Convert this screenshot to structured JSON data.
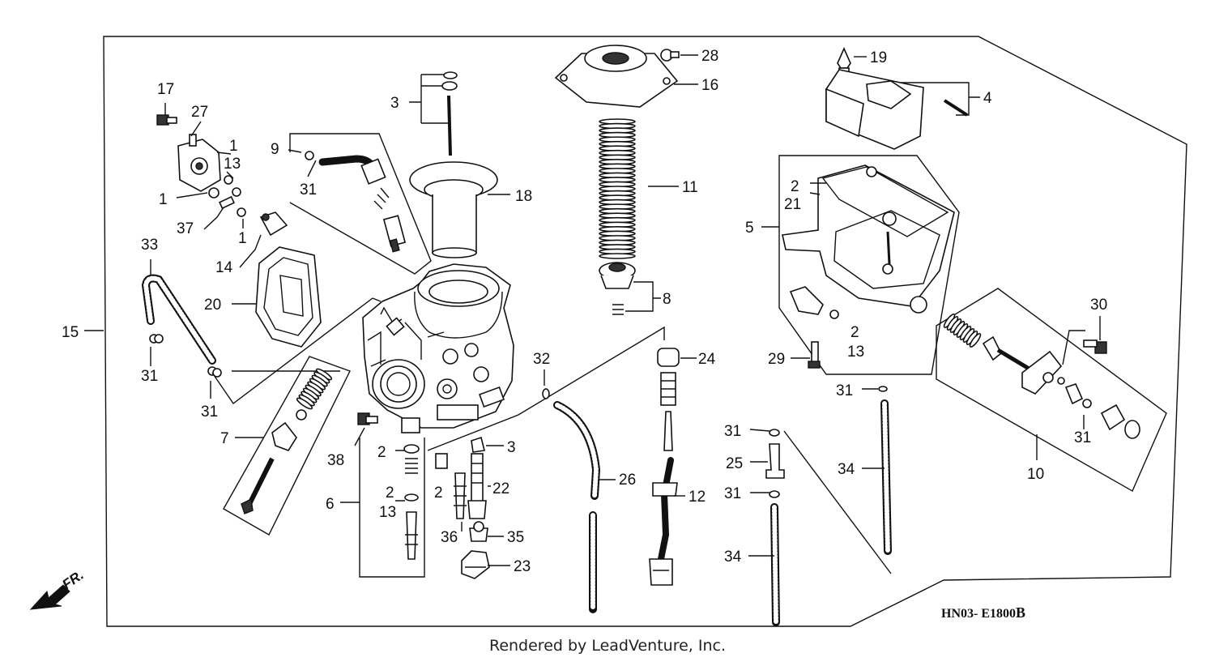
{
  "diagram": {
    "drawing_code": "HN03- E1800",
    "drawing_suffix": "B",
    "direction_label": "FR.",
    "footer": "Rendered by LeadVenture, Inc.",
    "callouts": [
      "17",
      "27",
      "1",
      "13",
      "1",
      "37",
      "1",
      "33",
      "14",
      "20",
      "31",
      "31",
      "15",
      "9",
      "31",
      "3",
      "18",
      "28",
      "16",
      "11",
      "8",
      "19",
      "4",
      "2",
      "21",
      "5",
      "30",
      "29",
      "2",
      "13",
      "31",
      "7",
      "38",
      "2",
      "2",
      "13",
      "6",
      "3",
      "22",
      "2",
      "36",
      "35",
      "23",
      "32",
      "26",
      "24",
      "12",
      "31",
      "25",
      "31",
      "34",
      "34",
      "31",
      "10"
    ]
  }
}
